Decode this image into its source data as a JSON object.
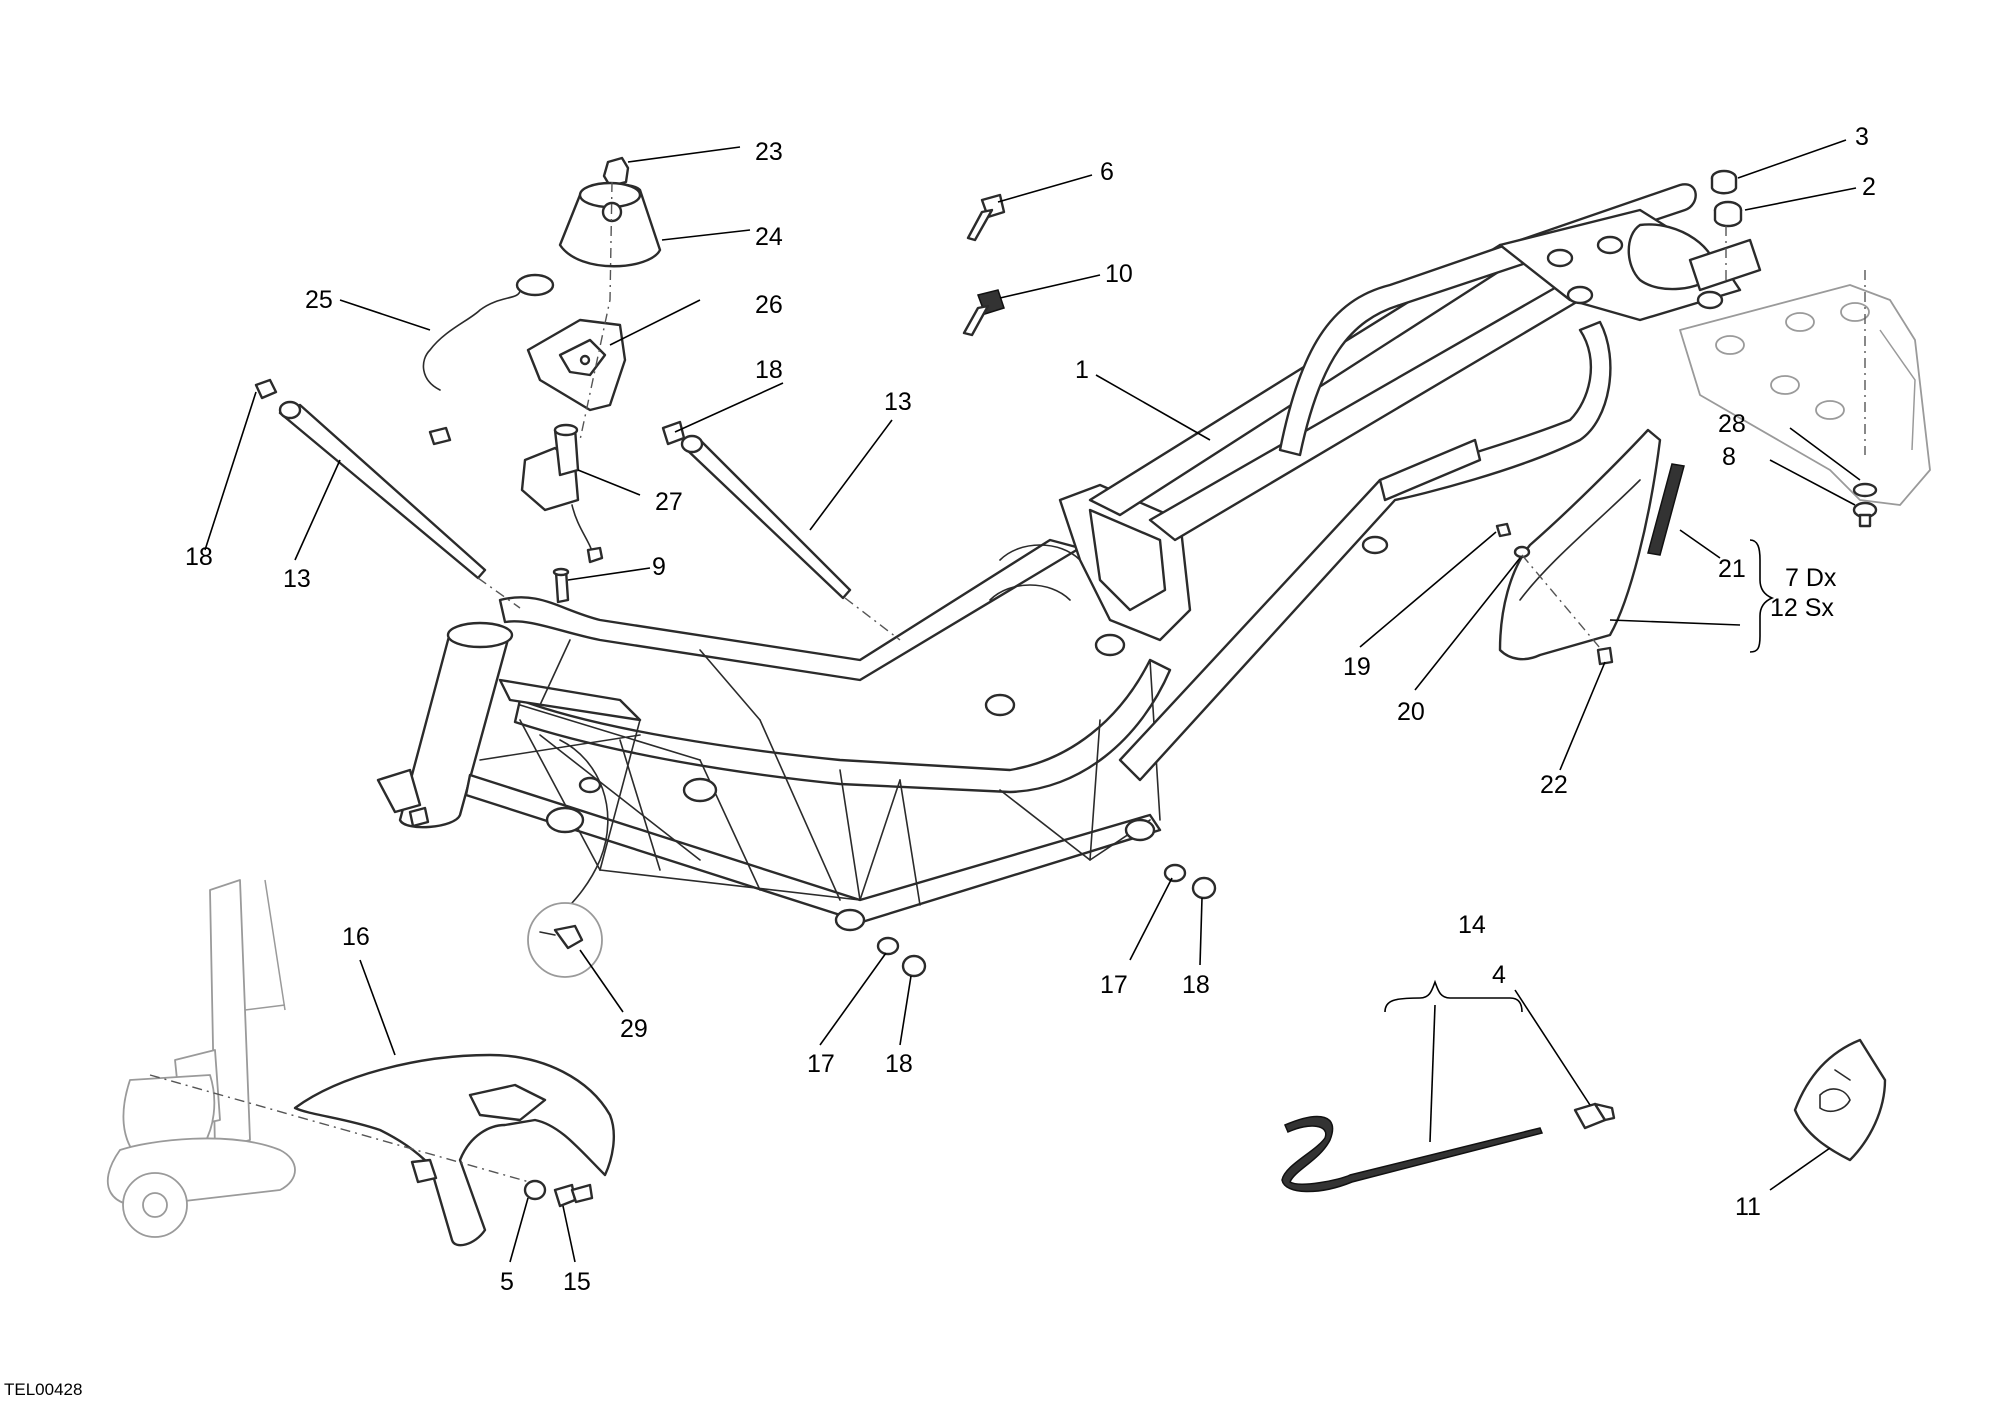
{
  "diagram": {
    "reference_code": "TEL00428",
    "callouts": {
      "c1": "1",
      "c2": "2",
      "c3": "3",
      "c4": "4",
      "c5": "5",
      "c6": "6",
      "c8": "8",
      "c9": "9",
      "c10": "10",
      "c11": "11",
      "c13a": "13",
      "c13b": "13",
      "c14": "14",
      "c15": "15",
      "c16": "16",
      "c17a": "17",
      "c17b": "17",
      "c18a": "18",
      "c18b": "18",
      "c18c": "18",
      "c18d": "18",
      "c19": "19",
      "c20": "20",
      "c21": "21",
      "c22": "22",
      "c23": "23",
      "c24": "24",
      "c25": "25",
      "c26": "26",
      "c27": "27",
      "c28": "28",
      "c29": "29"
    },
    "side_note": {
      "right": "7 Dx",
      "left": "12 Sx"
    }
  }
}
